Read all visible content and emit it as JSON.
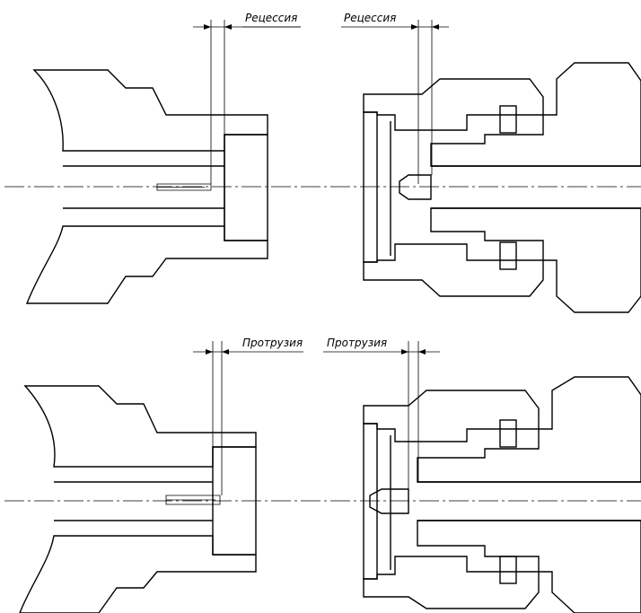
{
  "labels": {
    "recession_left": "Рецессия",
    "recession_right": "Рецессия",
    "protrusion_left": "Протрузия",
    "protrusion_right": "Протрузия"
  }
}
